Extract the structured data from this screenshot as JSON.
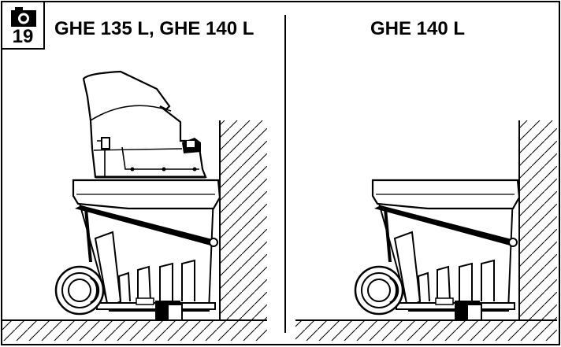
{
  "figure": {
    "number": "19",
    "icon": "camera-icon",
    "left_title": "GHE 135 L, GHE 140 L",
    "right_title": "GHE 140 L"
  }
}
